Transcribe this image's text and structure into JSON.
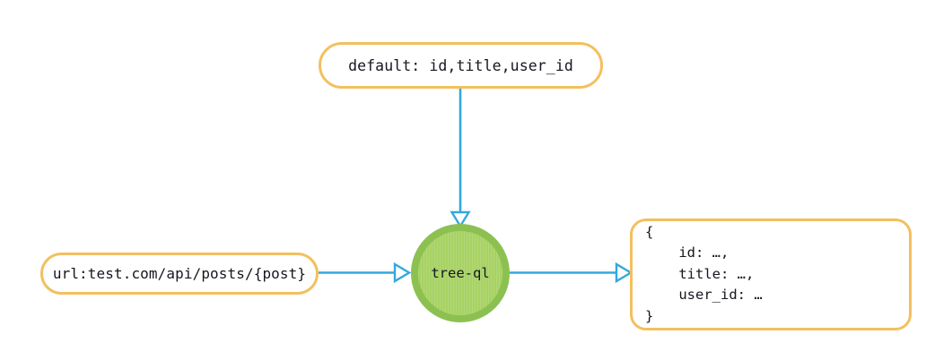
{
  "diagram": {
    "type": "flow-diagram",
    "background": "#ffffff",
    "colors": {
      "node_border": "#f3c05e",
      "node_fill": "#ffffff",
      "edge": "#34a8dd",
      "process_fill": "#a7d264",
      "process_border": "#8cc152",
      "text": "#16161f"
    },
    "nodes": {
      "default_params": {
        "label": "default: id,title,user_id",
        "shape": "pill"
      },
      "url_param": {
        "label": "url:test.com/api/posts/{post}",
        "shape": "pill"
      },
      "processor": {
        "label": "tree-ql",
        "shape": "circle"
      },
      "output": {
        "shape": "rounded-rect",
        "lines": [
          "{",
          "    id: …,",
          "    title: …,",
          "    user_id: …",
          "}"
        ],
        "text": "{\n    id: …,\n    title: …,\n    user_id: …\n}"
      }
    },
    "edges": [
      {
        "name": "default-to-processor",
        "from": "default_params",
        "to": "processor",
        "direction": "down",
        "arrowhead": "open-triangle"
      },
      {
        "name": "url-to-processor",
        "from": "url_param",
        "to": "processor",
        "direction": "right",
        "arrowhead": "open-triangle"
      },
      {
        "name": "processor-to-output",
        "from": "processor",
        "to": "output",
        "direction": "right",
        "arrowhead": "open-triangle"
      }
    ]
  }
}
